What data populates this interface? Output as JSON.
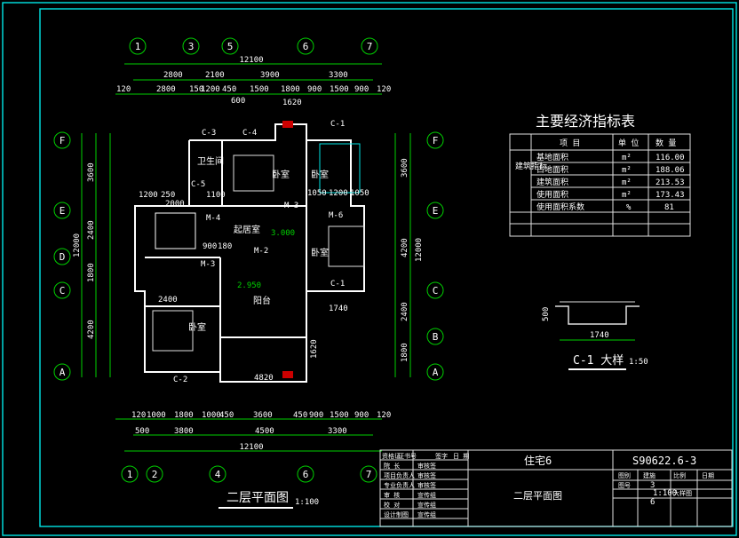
{
  "drawing": {
    "title": "二层平面图",
    "scale": "1:100",
    "grid_top": [
      "1",
      "3",
      "5",
      "6",
      "7"
    ],
    "grid_bottom": [
      "1",
      "2",
      "4",
      "6",
      "7"
    ],
    "grid_left": [
      "F",
      "E",
      "D",
      "C",
      "A"
    ],
    "grid_right": [
      "F",
      "E",
      "C",
      "B",
      "A"
    ],
    "dims_top_total": "12100",
    "dims_top_row1": [
      "2800",
      "2100",
      "3900",
      "3300"
    ],
    "dims_top_row2": [
      "120",
      "2800",
      "150",
      "1200",
      "450",
      "1500",
      "1800",
      "900",
      "1500",
      "900",
      "120"
    ],
    "dims_bottom_row1": [
      "120",
      "1000",
      "1800",
      "1000",
      "450",
      "3600",
      "450",
      "900",
      "1500",
      "900",
      "120"
    ],
    "dims_bottom_row2": [
      "500",
      "3800",
      "4500",
      "3300"
    ],
    "dims_bottom_total": "12100",
    "dims_left_outer": [
      "3600",
      "2400",
      "1800",
      "4200"
    ],
    "dims_left_total": "12000",
    "dims_right": [
      "3600",
      "4200",
      "2400",
      "1800"
    ],
    "dims_right_total": "12000",
    "rooms": [
      "卧室",
      "卧室",
      "卧室",
      "卧室",
      "起居室",
      "阳台",
      "卫生间"
    ],
    "labels": [
      "C-3",
      "C-4",
      "C-1",
      "C-5",
      "C-2",
      "M-4",
      "M-3",
      "M-6",
      "M-2",
      "M-3",
      "C-1",
      "3.000",
      "2.950",
      "1200",
      "250",
      "2000",
      "1050",
      "1200",
      "1050",
      "900",
      "180",
      "2400",
      "4820",
      "1740",
      "1620",
      "1620",
      "600",
      "1100"
    ],
    "window_detail": {
      "title": "C-1 大样",
      "scale": "1:50",
      "dim": "1740",
      "dim2": "500"
    }
  },
  "index_table": {
    "title": "主要经济指标表",
    "headers": [
      "项 目",
      "单 位",
      "数 量"
    ],
    "side_label": "建筑指标",
    "rows": [
      {
        "item": "基地面积",
        "unit": "m²",
        "value": "116.00"
      },
      {
        "item": "占地面积",
        "unit": "m²",
        "value": "188.06"
      },
      {
        "item": "建筑面积",
        "unit": "m²",
        "value": "213.53"
      },
      {
        "item": "使用面积",
        "unit": "m²",
        "value": "173.43"
      },
      {
        "item": "使用面积系数",
        "unit": "%",
        "value": "81"
      }
    ]
  },
  "title_block": {
    "project": "住宅6",
    "drawing_no": "S90622.6-3",
    "sheet_title": "二层平面图",
    "left_col": [
      "院 长",
      "项目负责人",
      "专业负责人",
      "审 核",
      "校 对",
      "设计制图"
    ],
    "left_names": [
      "审核签",
      "审核签",
      "审核签",
      "宣传组",
      "宣传组",
      "宣传组"
    ],
    "header_cells": [
      "资格证",
      "证书号",
      "签字",
      "日 期"
    ],
    "right_labels": [
      "图别",
      "建施",
      "比例",
      "日期",
      "图号",
      "3",
      "1:100",
      "6",
      "大样图"
    ]
  }
}
